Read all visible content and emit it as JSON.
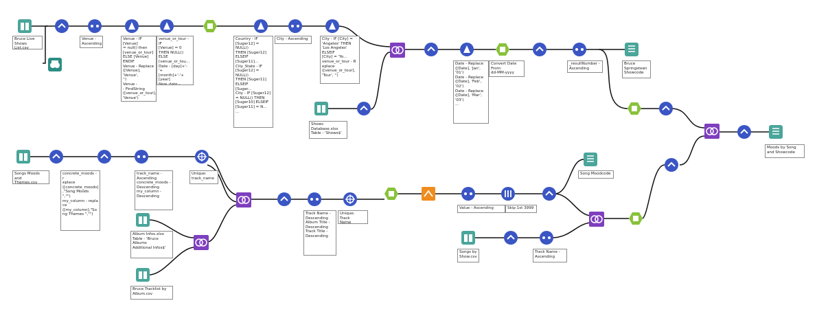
{
  "annotations": {
    "input_bruce_live": "Bruce Live Shows\nList.csv",
    "sort_venue": "Venue -\nAscending",
    "formula_venue": "Venue - IF [Venue]\n= null() then\n[venue_or_tour]\nELSE [Venue]\nENDIF\nVenue - Replace\n([Venue], 'Venue',\n'')\nVenue -\n- FindString\n([venue_or_tour],\n'Venue')",
    "formula_date": "venue_or_tour - IF\n[Venue] = 0\nTHEN NULL()\nELSE\n[venue_or_tou...\nDate - [day]+'-'+\n[month]+'-'+\n[year]\nNew_date - [Date]",
    "formula_country": "Country - IF\n[Suger12] = NULL()\nTHEN [Suger12]\nELSEIF\n[Suger11]...\nCity_State - IF\n[Suger12] = NULL()\nTHEN [Suger11]\nELSEIF\n[Suger...\nCity - IF [Suger12]\n= NULL() THEN\n[Suger10] ELSEIF\n[Suger11] = N...\n...",
    "sort_city": "City - Ascending",
    "formula_city": "City - IF [City] =\n'Angeles' THEN\n'Los Angeles'\nELSEIF\n[City] = 'Yo...\nvenue_or_tour - R\neplace\n([venue_or_tour],\n'Tour', '')",
    "input_shows_db": "Shows\nDatabase.xlsx\nTable - 'Shows$'",
    "formula_date_replace": "Date - Replace\n([Date], 'Jan',\n'01')\nDate - Replace\n([Date], 'Feb',\n'02')\nDate - Replace\n([Date], 'Mar',\n'03')\n...",
    "convert_date": "Convert Date\nFrom:\ndd-MM-yyyy",
    "sort_result": "_resultNumber -\nAscending",
    "output_bruce_springsteen": "Bruce\nSpringsteen\nShowcode",
    "output_moods_by_song": "Moods by Song\nand Showcode",
    "input_song_moods": "Songs Moods and\nThemes.csv",
    "formula_concrete_moods": "concrete_moods - r\neplace\n([concrete_moods]\n,\"Song Moods\n\",\"\")\nmy_column - repla\nce\n([my_column],\"So\nng Themes \",\"\")",
    "sort_track": "track_name -\nAscending\nconcrete_moods -\nDescending\nmy_column -\nDescending",
    "unique_track_name": "Unique:\ntrack_name",
    "input_album_infos": "Album Infos.xlsx\nTable - 'Bruce\nAlbums\nAdditional Infos$'",
    "input_bruce_tracklist": "Bruce Tracklist by\nAlbum.csv",
    "sort_track_album": "Track Name -\nDescending\nAlbum Title -\nDescending\nTrack Title -\nDescending",
    "unique_track_name2": "Unique: Track\nName",
    "sort_value": "Value - Ascending",
    "skip_1st": "Skip 1st 3999",
    "output_song_moodcode": "Song Moodcode",
    "input_songs_by_show": "Songs by\nShow.csv",
    "sort_track_name_asc": "Track Name -\nAscending"
  },
  "colors": {
    "input_book": "#4aa59a",
    "sort_blue": "#3a55c4",
    "formula_blue": "#3a55c4",
    "filter_green": "#88c23a",
    "join_purple": "#7e3fbf",
    "unique_blue": "#3a55c4",
    "output_green": "#4aa59a",
    "datetime_green": "#88c23a",
    "transpose_orange": "#f08c1e",
    "sample_blue": "#3a55c4",
    "browse_teal": "#2c8e85",
    "wire": "#111111",
    "annotation_border": "#8a8a8a"
  }
}
